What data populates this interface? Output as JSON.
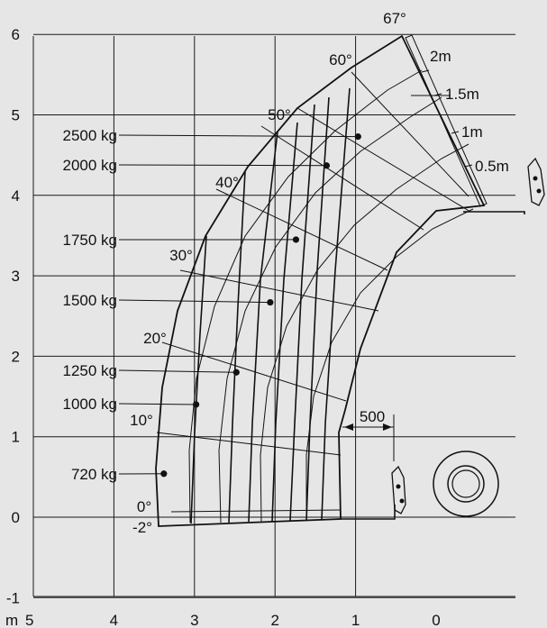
{
  "colors": {
    "background": "#e6e6e6",
    "ink": "#111111",
    "grid": "#1a1a1a"
  },
  "axes": {
    "unit_label": "m",
    "x_tick_labels": [
      {
        "value": 5,
        "label": "5"
      },
      {
        "value": 4,
        "label": "4"
      },
      {
        "value": 3,
        "label": "3"
      },
      {
        "value": 2,
        "label": "2"
      },
      {
        "value": 1,
        "label": "1"
      },
      {
        "value": 0,
        "label": "0"
      }
    ],
    "y_tick_labels": [
      {
        "value": 6,
        "label": "6"
      },
      {
        "value": 5,
        "label": "5"
      },
      {
        "value": 4,
        "label": "4"
      },
      {
        "value": 3,
        "label": "3"
      },
      {
        "value": 2,
        "label": "2"
      },
      {
        "value": 1,
        "label": "1"
      },
      {
        "value": 0,
        "label": "0"
      },
      {
        "value": -1,
        "label": "-1"
      }
    ]
  },
  "angles": [
    {
      "deg": 67,
      "label": "67°"
    },
    {
      "deg": 60,
      "label": "60°"
    },
    {
      "deg": 50,
      "label": "50°"
    },
    {
      "deg": 40,
      "label": "40°"
    },
    {
      "deg": 30,
      "label": "30°"
    },
    {
      "deg": 20,
      "label": "20°"
    },
    {
      "deg": 10,
      "label": "10°"
    },
    {
      "deg": 0,
      "label": "0°"
    },
    {
      "deg": -2,
      "label": "-2°"
    }
  ],
  "extensions": [
    {
      "m": 2.0,
      "label": "2m"
    },
    {
      "m": 1.5,
      "label": "1.5m"
    },
    {
      "m": 1.0,
      "label": "1m"
    },
    {
      "m": 0.5,
      "label": "0.5m"
    }
  ],
  "load_zones": [
    {
      "label": "2500 kg",
      "point": [
        0.97,
        4.73
      ]
    },
    {
      "label": "2000 kg",
      "point": [
        1.36,
        4.37
      ]
    },
    {
      "label": "1750 kg",
      "point": [
        1.74,
        3.45
      ]
    },
    {
      "label": "1500 kg",
      "point": [
        2.06,
        2.67
      ]
    },
    {
      "label": "1250 kg",
      "point": [
        2.48,
        1.8
      ]
    },
    {
      "label": "1000 kg",
      "point": [
        2.98,
        1.4
      ]
    },
    {
      "label": "720 kg",
      "point": [
        3.38,
        0.54
      ]
    }
  ],
  "dimension": {
    "label": "500"
  }
}
